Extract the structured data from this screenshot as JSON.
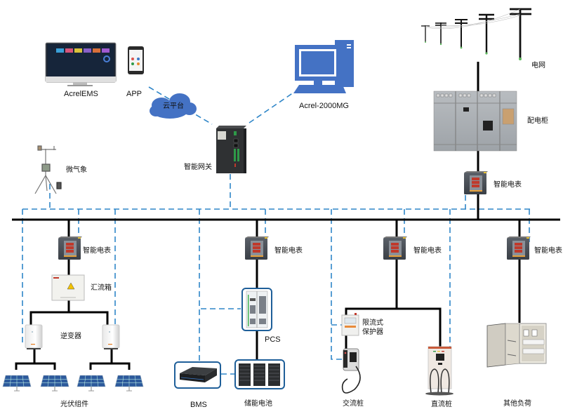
{
  "title": "Acrel microgrid energy management system topology",
  "colors": {
    "power_line": "#000000",
    "comm_line": "#2f86c8",
    "cloud": "#4472c4",
    "computer": "#4472c4",
    "solar_panel": "#2d5a9c",
    "device_frame": "#1f5f99"
  },
  "top": {
    "acrel_ems": {
      "label": "AcrelEMS",
      "icon": "monitor-dashboard-icon"
    },
    "app": {
      "label": "APP",
      "icon": "smartphone-icon"
    },
    "cloud": {
      "label": "云平台",
      "icon": "cloud-icon"
    },
    "acrel_2000mg": {
      "label": "Acrel-2000MG",
      "icon": "desktop-computer-icon"
    },
    "gateway": {
      "label": "智能网关",
      "icon": "gateway-device-icon"
    },
    "weather": {
      "label": "微气象",
      "icon": "weather-station-icon"
    },
    "grid": {
      "label": "电网",
      "icon": "power-pole-icon"
    },
    "switchgear": {
      "label": "配电柜",
      "icon": "switchgear-cabinet-icon"
    },
    "grid_meter": {
      "label": "智能电表",
      "icon": "smart-meter-icon"
    }
  },
  "branches": {
    "pv": {
      "meter": "智能电表",
      "combiner": "汇流箱",
      "inverter": "逆变器",
      "panels": "光伏组件",
      "panel_count": 4,
      "inverter_count": 2
    },
    "storage": {
      "meter": "智能电表",
      "pcs": "PCS",
      "bms": "BMS",
      "battery": "储能电池"
    },
    "charging": {
      "meter": "智能电表",
      "protector_line1": "限流式",
      "protector_line2": "保护器",
      "ac_charger": "交流桩",
      "dc_charger": "直流桩"
    },
    "load": {
      "meter": "智能电表",
      "other_load": "其他负荷"
    }
  }
}
